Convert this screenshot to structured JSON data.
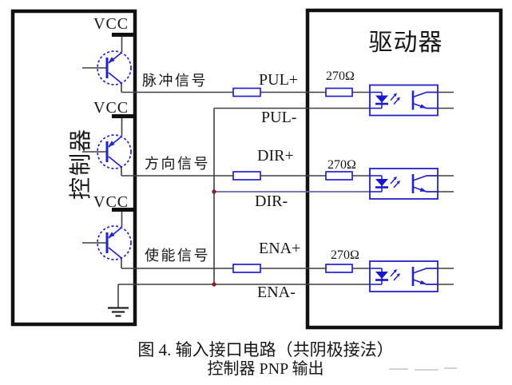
{
  "figure": {
    "caption_line1": "图 4. 输入接口电路（共阴极接法）",
    "caption_line2": "控制器 PNP 输出"
  },
  "controller": {
    "label": "控制器",
    "vcc": "VCC"
  },
  "driver": {
    "label": "驱动器"
  },
  "rows": [
    {
      "signal": "脉冲信号",
      "pin_plus": "PUL+",
      "pin_minus": "PUL-",
      "resistor": "270Ω"
    },
    {
      "signal": "方向信号",
      "pin_plus": "DIR+",
      "pin_minus": "DIR-",
      "resistor": "270Ω"
    },
    {
      "signal": "使能信号",
      "pin_plus": "ENA+",
      "pin_minus": "ENA-",
      "resistor": "270Ω"
    }
  ],
  "colors": {
    "component_blue": "#2222cc",
    "wire_gray": "#3f3f3f",
    "dir_minus_wire": "#6464aa",
    "junction_dot": "#8a2424",
    "box_border": "#111111"
  }
}
